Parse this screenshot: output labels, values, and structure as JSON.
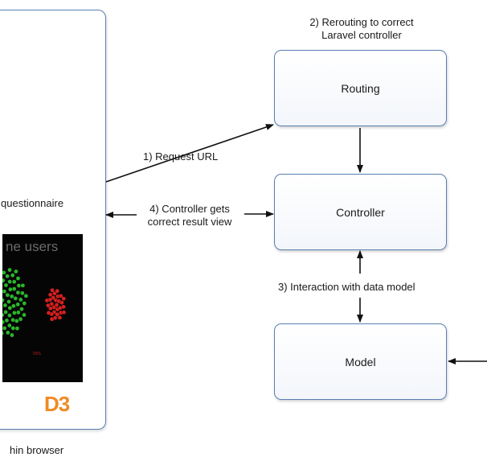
{
  "boxes": {
    "routing": "Routing",
    "controller": "Controller",
    "model": "Model"
  },
  "labels": {
    "rerouting_line1": "2) Rerouting to correct",
    "rerouting_line2": "Laravel controller",
    "request_url": "1) Request URL",
    "controller_gets_line1": "4) Controller gets",
    "controller_gets_line2": "correct result view",
    "interaction": "3) Interaction with data model"
  },
  "browser": {
    "questionnaire_text": "questionnaire",
    "chart_title": "ne users",
    "chart_small_label": "55%",
    "logo": "D3",
    "caption": "hin browser"
  },
  "colors": {
    "box_border": "#5a7fb4",
    "dots_green": "#2bb52b",
    "dots_red": "#d42020",
    "d3_orange": "#f08a24"
  }
}
